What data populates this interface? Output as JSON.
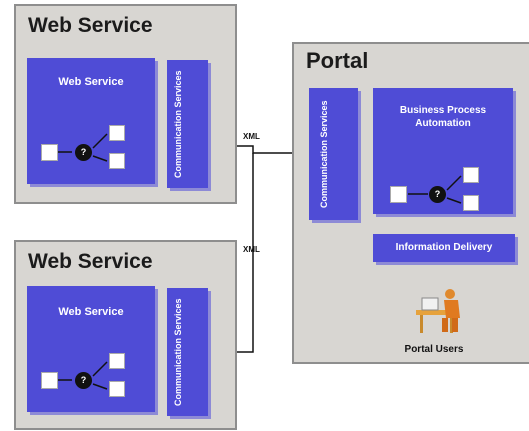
{
  "web_service_top": {
    "title": "Web Service",
    "inner_label": "Web Service",
    "comm_label": "Communication Services"
  },
  "web_service_bottom": {
    "title": "Web Service",
    "inner_label": "Web Service",
    "comm_label": "Communication Services"
  },
  "portal": {
    "title": "Portal",
    "comm_label": "Communication Services",
    "bpa_label": "Business Process Automation",
    "info_label": "Information Delivery",
    "users_label": "Portal Users"
  },
  "connector_labels": {
    "top": "XML",
    "bottom": "XML"
  },
  "decision_symbol": "?",
  "colors": {
    "panel": "#d8d6d2",
    "block": "#4f4cd6",
    "block_shadow": "#8d8ad6"
  }
}
